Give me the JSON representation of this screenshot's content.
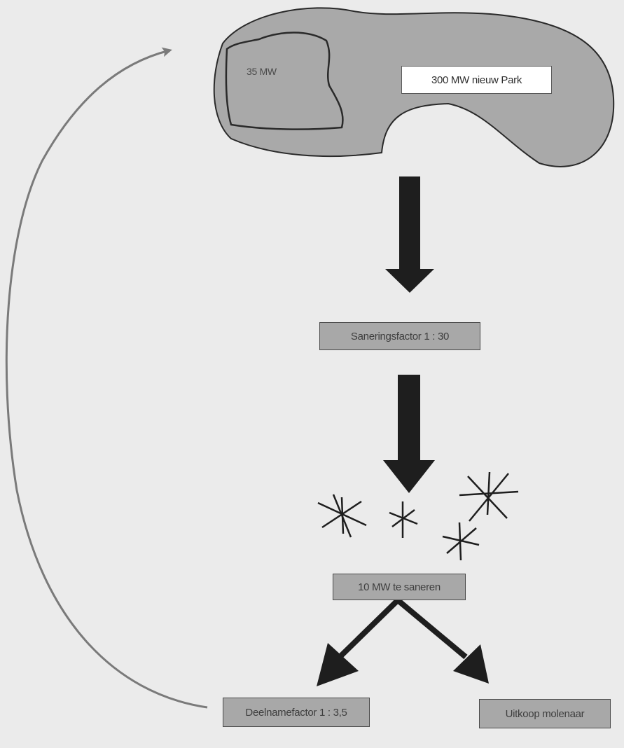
{
  "park": {
    "existing_label": "35 MW",
    "new_label": "300 MW nieuw Park"
  },
  "steps": {
    "sanering": "Saneringsfactor 1 : 30",
    "te_saneren": "10 MW te saneren",
    "deelname": "Deelnamefactor 1 : 3,5",
    "uitkoop": "Uitkoop molenaar"
  },
  "colors": {
    "background": "#ebebeb",
    "park_fill": "#a9a9a9",
    "box_fill": "#a8a8a8",
    "arrow_dark": "#1e1e1e",
    "return_arrow": "#7a7a7a"
  },
  "icons": [
    "turbine-icon",
    "turbine-icon",
    "turbine-icon",
    "turbine-icon"
  ]
}
